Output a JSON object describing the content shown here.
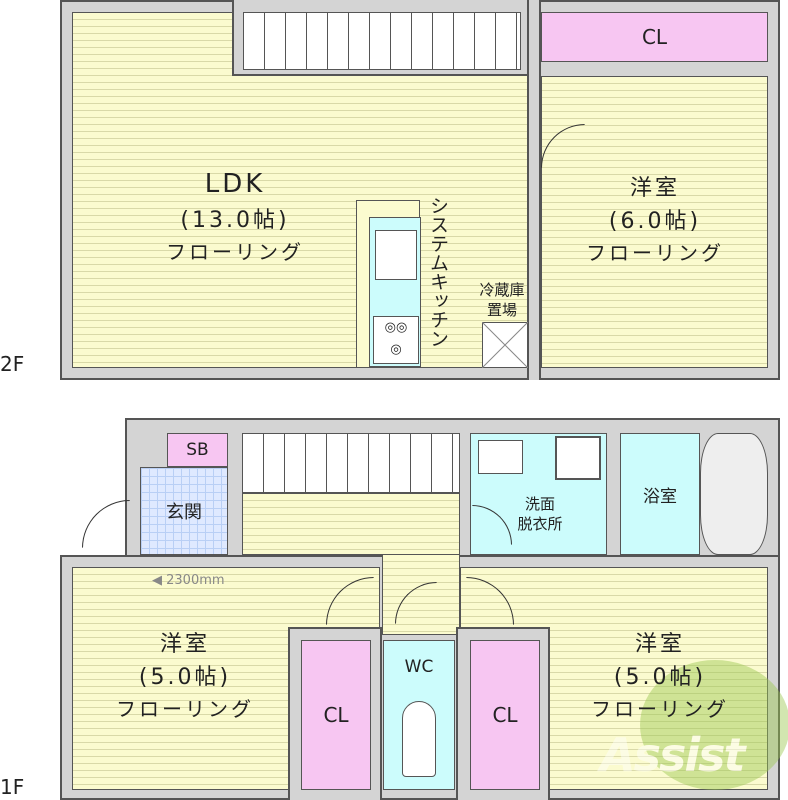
{
  "floor2": {
    "label": "2F",
    "ldk": {
      "name": "LDK",
      "size": "(13.0帖)",
      "floor": "フローリング"
    },
    "kitchen": "システムキッチン",
    "fridge": [
      "冷蔵庫",
      "置場"
    ],
    "room": {
      "name": "洋室",
      "size": "(6.0帖)",
      "floor": "フローリング"
    },
    "closet": "CL"
  },
  "floor1": {
    "label": "1F",
    "shoebox": "SB",
    "entrance": "玄関",
    "washroom": [
      "洗面",
      "脱衣所"
    ],
    "bath": "浴室",
    "dimension": "2300mm",
    "room_left": {
      "name": "洋室",
      "size": "(5.0帖)",
      "floor": "フローリング"
    },
    "room_right": {
      "name": "洋室",
      "size": "(5.0帖)",
      "floor": "フローリング"
    },
    "closet_left": "CL",
    "closet_right": "CL",
    "wc": "WC"
  },
  "watermark": "Assist",
  "colors": {
    "floor": "#fbfbcf",
    "closet": "#f7c6f2",
    "wet": "#ccfcfc",
    "entrance": "#dfe9ff",
    "wall": "#d4d4d4"
  }
}
